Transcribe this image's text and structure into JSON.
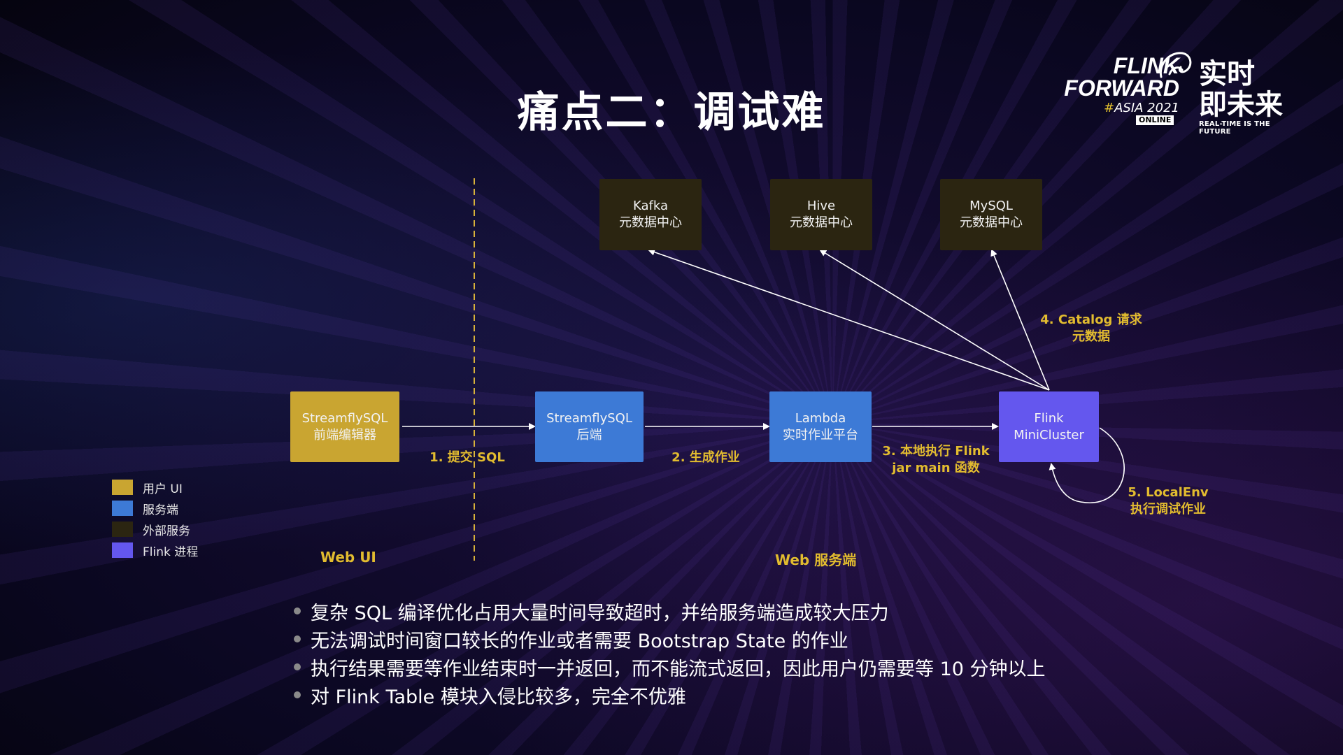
{
  "title": "痛点二：调试难",
  "logo": {
    "line1": "FLINK",
    "line2": "FORWARD",
    "hash": "#",
    "asia": "ASIA 2021",
    "online": "ONLINE",
    "cn_line1": "实时",
    "cn_line2": "即未来",
    "tagline": "REAL-TIME IS THE FUTURE"
  },
  "nodes": {
    "kafka": {
      "line1": "Kafka",
      "line2": "元数据中心"
    },
    "hive": {
      "line1": "Hive",
      "line2": "元数据中心"
    },
    "mysql": {
      "line1": "MySQL",
      "line2": "元数据中心"
    },
    "frontend": {
      "line1": "StreamflySQL",
      "line2": "前端编辑器"
    },
    "backend": {
      "line1": "StreamflySQL",
      "line2": "后端"
    },
    "lambda": {
      "line1": "Lambda",
      "line2": "实时作业平台"
    },
    "flink": {
      "line1": "Flink",
      "line2": "MiniCluster"
    }
  },
  "steps": {
    "s1": "1. 提交 SQL",
    "s2": "2. 生成作业",
    "s3_line1": "3. 本地执行 Flink",
    "s3_line2": "jar main 函数",
    "s4_line1": "4. Catalog 请求",
    "s4_line2": "元数据",
    "s5_line1": "5. LocalEnv",
    "s5_line2": "执行调试作业"
  },
  "zones": {
    "web_ui": "Web UI",
    "web_server": "Web 服务端"
  },
  "legend": [
    {
      "label": "用户 UI",
      "color": "#c9a531"
    },
    {
      "label": "服务端",
      "color": "#3d7ad6"
    },
    {
      "label": "外部服务",
      "color": "#2b2511"
    },
    {
      "label": "Flink 进程",
      "color": "#6457ee"
    }
  ],
  "bullets": [
    "复杂 SQL 编译优化占用大量时间导致超时，并给服务端造成较大压力",
    "无法调试时间窗口较长的作业或者需要 Bootstrap State 的作业",
    "执行结果需要等作业结束时一并返回，而不能流式返回，因此用户仍需要等 10 分钟以上",
    "对 Flink Table 模块入侵比较多，完全不优雅"
  ]
}
